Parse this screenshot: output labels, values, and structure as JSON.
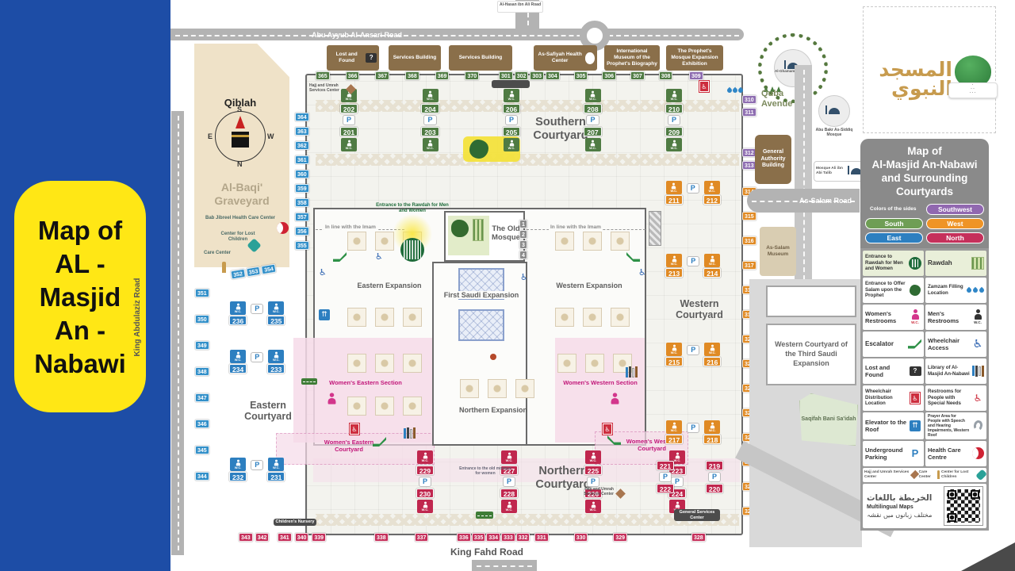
{
  "labels": {
    "p": "P",
    "wc": "W.C."
  },
  "sidebar": {
    "title_lines": [
      "Map of",
      "AL -",
      "Masjid",
      "An -",
      "Nabawi"
    ]
  },
  "brand": {
    "arabic_line1": "المسجد",
    "arabic_line2": "النبوي"
  },
  "roads": {
    "abu_ayyub": "Abu Ayyub Al-Ansari Road",
    "al_hasan": "Al-Hasan ibn Ali Road",
    "king_abdulaziz": "King Abdulaziz Road",
    "king_fahd": "King Fahd Road",
    "as_salam": "As-Salam Road",
    "quba_line1": "Quba",
    "quba_line2": "Avenue"
  },
  "top_buildings": [
    "Lost and Found",
    "Services Building",
    "Services Building",
    "As-Safiyah Health Center",
    "International Museum of the Prophet's Biography",
    "The Prophet's Mosque Expansion Exhibition"
  ],
  "qiblah": {
    "title": "Qiblah",
    "n": "N",
    "s": "S",
    "e": "E",
    "w": "W"
  },
  "baqi": {
    "name": "Al-Baqi' Graveyard",
    "bab_jibreel": "Bab Jibreel Health Care Center",
    "lost_children": "Center for Lost Children",
    "care_center": "Care Center"
  },
  "areas": {
    "southern_courtyard": "Southern Courtyard",
    "northern_courtyard": "Northern Courtyard",
    "eastern_courtyard": "Eastern Courtyard",
    "western_courtyard": "Western Courtyard",
    "old_mosque": "The Old Mosque",
    "first_saudi": "First Saudi Expansion",
    "eastern_expansion": "Eastern Expansion",
    "western_expansion": "Western Expansion",
    "northern_expansion": "Northern Expansion",
    "womens_eastern_section": "Women's Eastern Section",
    "womens_western_section": "Women's Western Section",
    "womens_eastern_courtyard": "Women's Eastern Courtyard",
    "womens_western_courtyard": "Women's Western Courtyard"
  },
  "markers": {
    "rawdah_entrance": "Entrance to the Rawdah for Men and Women",
    "in_line": "In line with the Imam",
    "old_mosque_women_entrance": "Entrance to the old mosque for women",
    "hajj_umrah": "Hajj and Umrah Services Center",
    "children_nursery": "Children's Nursery",
    "general_services": "General Services Center"
  },
  "pois": {
    "ghamama": "Al-Ghamama Mosque",
    "abu_bakr": "Abu Bakr As-Siddiq Mosque",
    "general_authority": "General Authority Building",
    "ali_mosque": "Mosque Ali ibn Abi Talib",
    "salam_museum": "As-Salam Museum",
    "third_saudi": "Western Courtyard of the Third Saudi Expansion",
    "saqifah": "Saqifah Bani Sa'idah"
  },
  "gates": {
    "top_green_a": [
      "365",
      "366",
      "367",
      "368",
      "369",
      "370"
    ],
    "top_green_b": [
      "301",
      "302",
      "303"
    ],
    "top_green_c": [
      "304",
      "305",
      "306",
      "307",
      "308"
    ],
    "gate_309": "309",
    "left_wall": [
      "364",
      "363",
      "362",
      "361",
      "360",
      "359",
      "358",
      "357",
      "356",
      "355"
    ],
    "left_diag": [
      "352",
      "353",
      "354"
    ],
    "left_outer": [
      "351",
      "350",
      "349",
      "348",
      "347",
      "346",
      "345",
      "344"
    ],
    "right_purple_a": [
      "310",
      "311"
    ],
    "right_purple_b": [
      "312",
      "313"
    ],
    "right_wall": [
      "314",
      "315",
      "316",
      "317",
      "318",
      "319",
      "320",
      "321",
      "322",
      "323",
      "324",
      "325",
      "326",
      "327"
    ],
    "gate_328": "328",
    "bottom_a": [
      "343",
      "342"
    ],
    "bottom_b": [
      "341",
      "340",
      "339"
    ],
    "bottom_c": [
      "338",
      "337"
    ],
    "bottom_d": [
      "336",
      "335",
      "334",
      "333",
      "332"
    ],
    "bottom_e": [
      "331",
      "330",
      "329"
    ],
    "old_mosque_gates": [
      "1",
      "2",
      "3",
      "4"
    ],
    "green_pairs": [
      {
        "a": "202",
        "b": "201"
      },
      {
        "a": "204",
        "b": "203"
      },
      {
        "a": "206",
        "b": "205"
      },
      {
        "a": "208",
        "b": "207"
      },
      {
        "a": "210",
        "b": "209"
      }
    ],
    "blue_pairs": [
      {
        "a": "236",
        "b": "235"
      },
      {
        "a": "234",
        "b": "233"
      },
      {
        "a": "232",
        "b": "231"
      }
    ],
    "orange_pairs": [
      {
        "a": "211",
        "b": "212"
      },
      {
        "a": "213",
        "b": "214"
      },
      {
        "a": "215",
        "b": "216"
      },
      {
        "a": "217",
        "b": "218"
      }
    ],
    "red_bottom_pairs": [
      {
        "a": "229",
        "b": "230"
      },
      {
        "a": "227",
        "b": "228"
      },
      {
        "a": "225",
        "b": "226"
      },
      {
        "a": "223",
        "b": "224"
      }
    ],
    "red_right_pairs": [
      {
        "a": "221",
        "b": "222"
      },
      {
        "a": "219",
        "b": "220"
      }
    ]
  },
  "legend": {
    "title_lines": [
      "Map of",
      "Al-Masjid An-Nabawi",
      "and Surrounding",
      "Courtyards"
    ],
    "colors_label": "Colors of the sides",
    "side_colors": [
      {
        "label": "Southwest",
        "color": "#9168b0"
      },
      {
        "label": "South",
        "color": "#6f9e55"
      },
      {
        "label": "West",
        "color": "#ef9426"
      },
      {
        "label": "East",
        "color": "#2d7fc0"
      },
      {
        "label": "North",
        "color": "#c5305b"
      }
    ],
    "items": [
      {
        "label": "Entrance to Rawdah for Men and Women",
        "icon": "rawdah-entrance"
      },
      {
        "label": "Rawdah",
        "icon": "rawdah-area"
      },
      {
        "label": "Entrance to Offer Salam upon the Prophet",
        "icon": "salam-entrance"
      },
      {
        "label": "Zamzam Filling Location",
        "icon": "zamzam-drops"
      },
      {
        "label": "Women's Restrooms",
        "icon": "women-wc"
      },
      {
        "label": "Men's Restrooms",
        "icon": "men-wc"
      },
      {
        "label": "Escalator",
        "icon": "escalator"
      },
      {
        "label": "Wheelchair Access",
        "icon": "wheelchair"
      },
      {
        "label": "Lost and Found",
        "icon": "lost-found"
      },
      {
        "label": "Library of Al-Masjid An-Nabawi",
        "icon": "library"
      },
      {
        "label": "Wheelchair Distribution Location",
        "icon": "wheelchair-distribution"
      },
      {
        "label": "Restrooms for People with Special Needs",
        "icon": "special-needs-wc"
      },
      {
        "label": "Elevator to the Roof",
        "icon": "elevator"
      },
      {
        "label": "Prayer Area for People with Speech and Hearing Impairments, Western Roof",
        "icon": "hearing"
      },
      {
        "label": "Underground Parking",
        "icon": "parking"
      },
      {
        "label": "Health Care Centre",
        "icon": "crescent"
      }
    ],
    "mini_items": [
      {
        "label": "Hajj and Umrah Services Center",
        "icon": "diamond"
      },
      {
        "label": "Care Center",
        "icon": "care-center"
      },
      {
        "label": "Center for Lost Children",
        "icon": "lost-children"
      }
    ],
    "footer": {
      "arabic": "الخريطة باللغات",
      "english": "Multilingual Maps",
      "urdu": "مختلف زبانوں میں نقشہ"
    }
  },
  "colors": {
    "sidebar_blue": "#1d4da6",
    "title_yellow": "#ffe715",
    "building_brown": "#8a6f4a",
    "legend_gray": "#8a8a8a",
    "gate_green": "#4f7b43",
    "gate_blue": "#3390c9",
    "gate_orange": "#e08a24",
    "gate_red": "#c5305b",
    "gate_purple": "#8d6cb0",
    "women_pink": "#f6dbe9",
    "women_text": "#c2187a",
    "road_gray": "#b3b3b3"
  }
}
